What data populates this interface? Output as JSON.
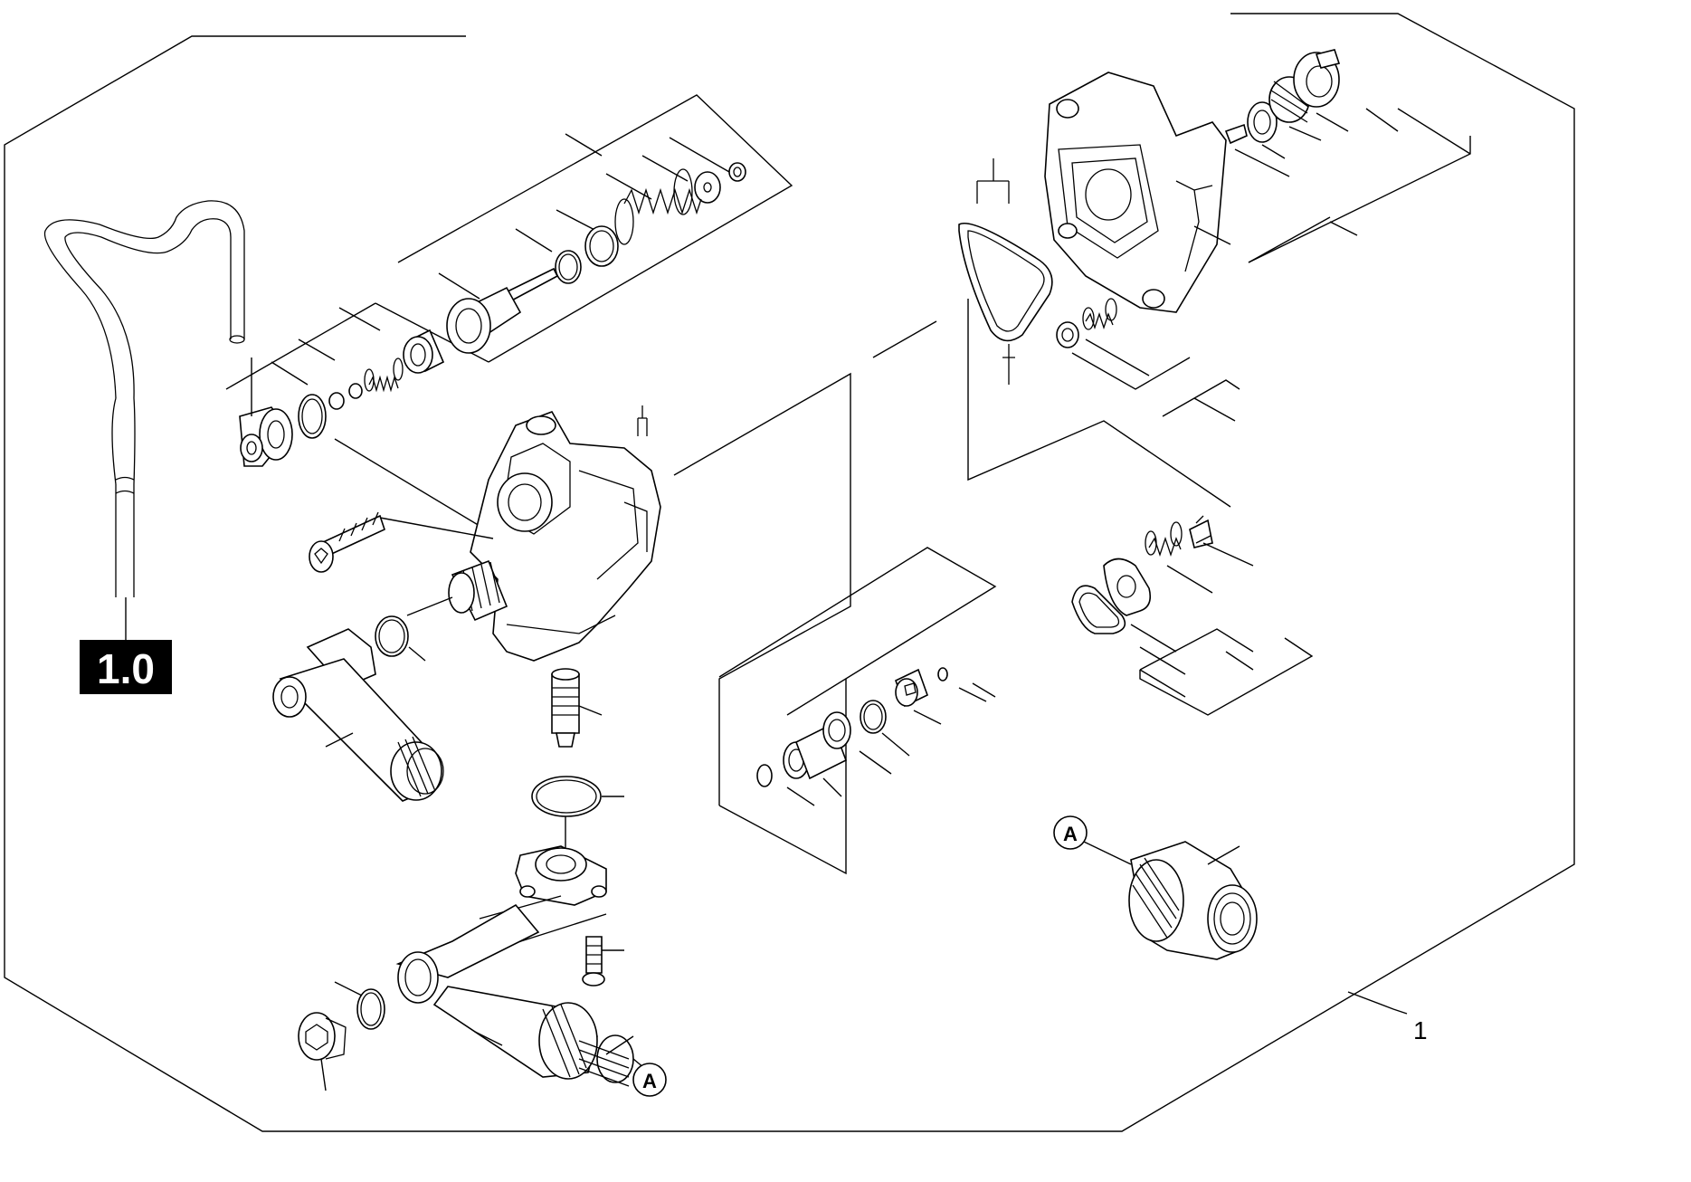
{
  "figure": {
    "section_badge": "1.0",
    "assembly_number": "1",
    "callout_letter": "A",
    "colors": {
      "ink": "#000000",
      "paper": "#ffffff",
      "badge_fg": "#ffffff",
      "badge_bg": "#000000"
    }
  }
}
